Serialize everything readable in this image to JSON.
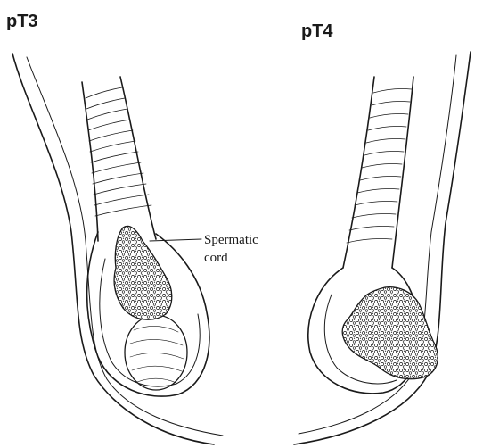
{
  "panels": {
    "left": {
      "label": "pT3"
    },
    "right": {
      "label": "pT4"
    }
  },
  "annotations": {
    "spermatic_cord": {
      "line1": "Spermatic",
      "line2": "cord"
    }
  },
  "colors": {
    "ink": "#1a1a1a",
    "background": "#ffffff"
  }
}
